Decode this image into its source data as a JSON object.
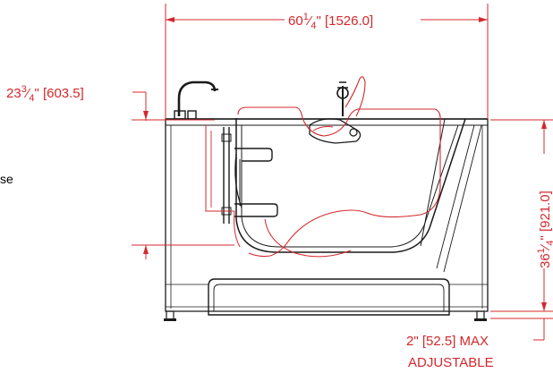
{
  "colors": {
    "dimension": "#d4282c",
    "linework": "#1a1a1a"
  },
  "dimensions": {
    "width": {
      "whole": "60",
      "frac_num": "1",
      "frac_den": "4",
      "metric": "\" [1526.0]"
    },
    "seat": {
      "whole": "23",
      "frac_num": "3",
      "frac_den": "4",
      "metric": "\" [603.5]"
    },
    "height": {
      "whole": "36",
      "frac_num": "1",
      "frac_den": "4",
      "metric": "\" [921.0]"
    },
    "leg": {
      "line1": "2\" [52.5] MAX",
      "line2": "ADJUSTABLE"
    }
  },
  "side_note": "se"
}
